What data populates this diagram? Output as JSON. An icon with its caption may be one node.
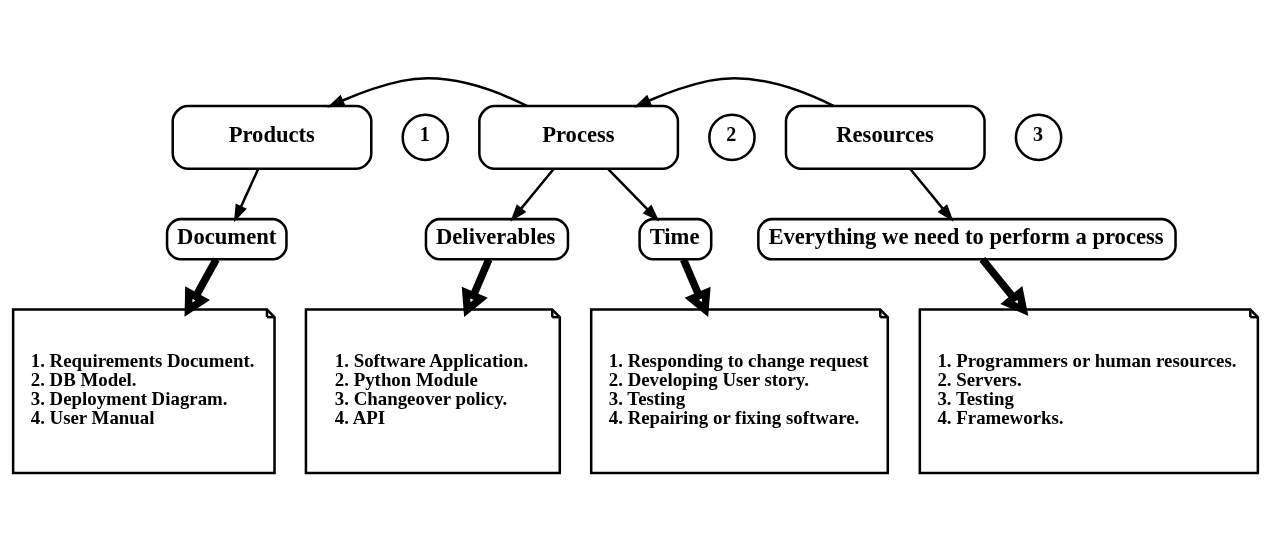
{
  "diagram": {
    "nodes": [
      {
        "text": [
          "1"
        ]
      },
      {
        "text": [
          "Products"
        ]
      },
      {
        "text": [
          "2"
        ]
      },
      {
        "text": [
          "Process"
        ]
      },
      {
        "text": [
          "3"
        ]
      },
      {
        "text": [
          "Resources"
        ]
      },
      {
        "text": [
          "Document"
        ]
      },
      {
        "text": [
          "Deliverables"
        ]
      },
      {
        "text": [
          "Time"
        ]
      },
      {
        "text": [
          "Everything we need to perform a process"
        ]
      },
      {
        "text": [
          "1. Requirements Document.",
          "2. DB Model.",
          "3. Deployment Diagram.",
          "4. User Manual"
        ]
      },
      {
        "text": [
          "1. Software Application.",
          "2. Python Module",
          "3. Changeover policy.",
          "4. API"
        ]
      },
      {
        "text": [
          "1. Responding to change request",
          "2. Developing User story.",
          "3. Testing",
          "4. Repairing or fixing software."
        ]
      },
      {
        "text": [
          "1. Programmers or human resources.",
          "2. Servers.",
          "3. Testing",
          "4. Frameworks."
        ]
      }
    ],
    "edges": [
      {
        "from": 3,
        "to": 1,
        "arrow": "to"
      },
      {
        "from": 5,
        "to": 3,
        "arrow": "to"
      },
      {
        "from": 1,
        "to": 6,
        "arrow": "to"
      },
      {
        "from": 3,
        "to": 7,
        "arrow": "to"
      },
      {
        "from": 3,
        "to": 8,
        "arrow": "to"
      },
      {
        "from": 5,
        "to": 9,
        "arrow": "to"
      },
      {
        "from": 6,
        "to": 10,
        "arrow": "to",
        "style": "thick"
      },
      {
        "from": 7,
        "to": 11,
        "arrow": "to",
        "style": "thick"
      },
      {
        "from": 8,
        "to": 12,
        "arrow": "to",
        "style": "thick"
      },
      {
        "from": 9,
        "to": 13,
        "arrow": "to",
        "style": "thick"
      }
    ]
  }
}
